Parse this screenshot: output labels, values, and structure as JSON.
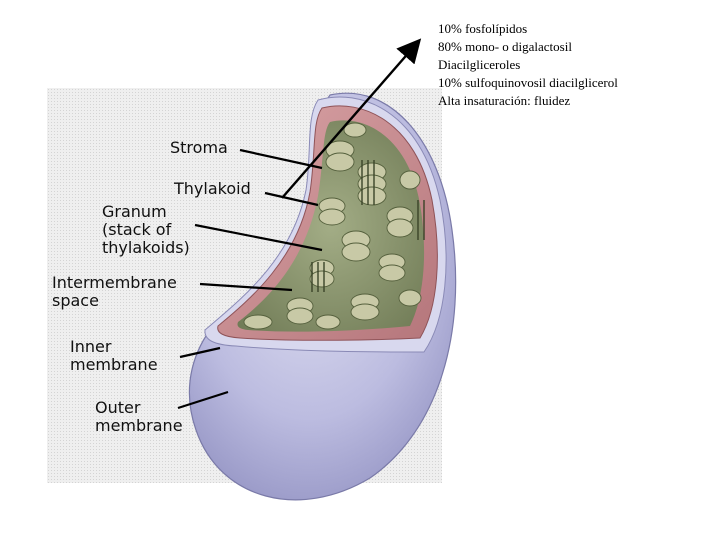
{
  "note_lines": [
    "10% fosfolípidos",
    "80% mono- o digalactosil",
    "Diacilgliceroles",
    "10% sulfoquinovosil diacilglicerol",
    "Alta insaturación: fluidez"
  ],
  "labels": {
    "stroma": "Stroma",
    "thylakoid": "Thylakoid",
    "granum": [
      "Granum",
      "(stack of",
      "thylakoids)"
    ],
    "intermembrane_space": [
      "Intermembrane",
      "space"
    ],
    "inner_membrane": [
      "Inner",
      "membrane"
    ],
    "outer_membrane": [
      "Outer",
      "membrane"
    ]
  },
  "colors": {
    "outer_membrane": "#b9b9dc",
    "inner_membrane": "#c98a8e",
    "stroma": "#8e9a72",
    "thylakoid": "#c3c4a4",
    "arrow": "#000000"
  }
}
